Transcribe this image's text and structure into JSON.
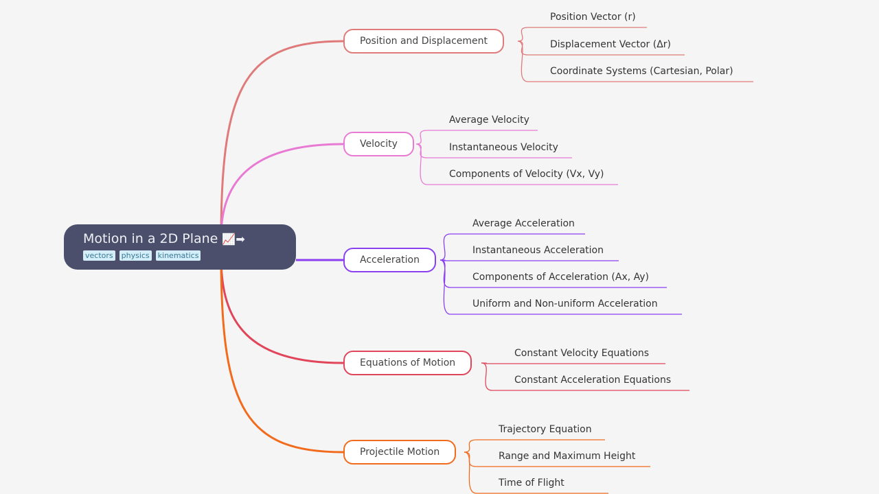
{
  "root": {
    "title": "Motion in a 2D Plane",
    "emoji": "📈➡",
    "tags": [
      "vectors",
      "physics",
      "kinematics"
    ]
  },
  "branches": [
    {
      "label": "Position and Displacement",
      "color": "#e07a7a",
      "children": [
        "Position Vector (r)",
        "Displacement Vector (Δr)",
        "Coordinate Systems (Cartesian, Polar)"
      ]
    },
    {
      "label": "Velocity",
      "color": "#e87ad4",
      "children": [
        "Average Velocity",
        "Instantaneous Velocity",
        "Components of Velocity (Vx, Vy)"
      ]
    },
    {
      "label": "Acceleration",
      "color": "#8a3ff0",
      "children": [
        "Average Acceleration",
        "Instantaneous Acceleration",
        "Components of Acceleration (Ax, Ay)",
        "Uniform and Non-uniform Acceleration"
      ]
    },
    {
      "label": "Equations of Motion",
      "color": "#e0455a",
      "children": [
        "Constant Velocity Equations",
        "Constant Acceleration Equations"
      ]
    },
    {
      "label": "Projectile Motion",
      "color": "#f26b1d",
      "children": [
        "Trajectory Equation",
        "Range and Maximum Height",
        "Time of Flight"
      ]
    }
  ]
}
